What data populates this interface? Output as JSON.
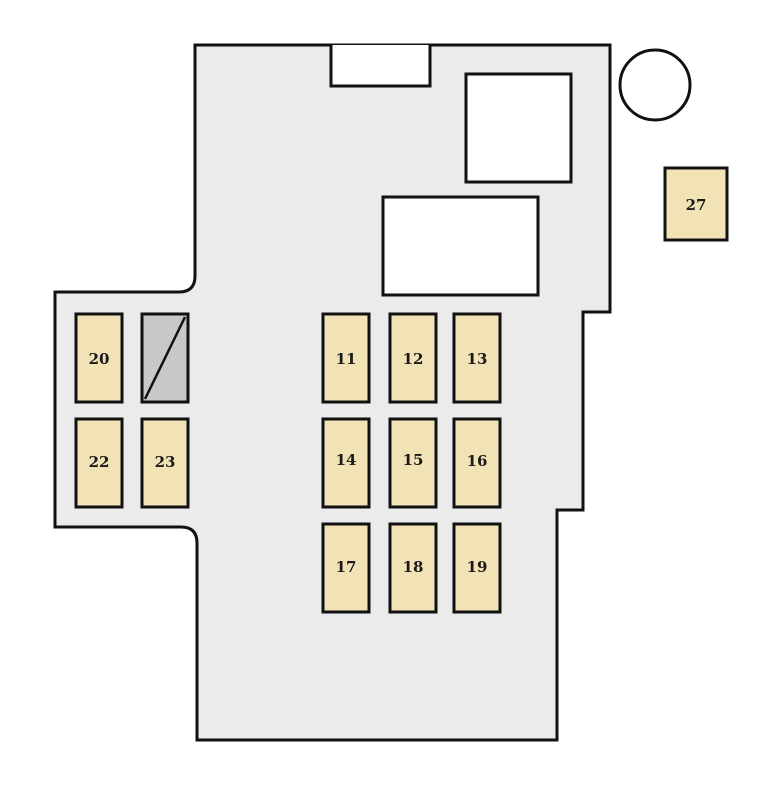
{
  "diagram": {
    "colors": {
      "panel_fill": "#ebebeb",
      "outline": "#111111",
      "fuse_fill": "#f2e3b6",
      "empty_slot_fill": "#c8c8c8",
      "block_fill": "#ffffff"
    },
    "fuses": [
      {
        "id": "fuse-11",
        "label": "11"
      },
      {
        "id": "fuse-12",
        "label": "12"
      },
      {
        "id": "fuse-13",
        "label": "13"
      },
      {
        "id": "fuse-14",
        "label": "14"
      },
      {
        "id": "fuse-15",
        "label": "15"
      },
      {
        "id": "fuse-16",
        "label": "16"
      },
      {
        "id": "fuse-17",
        "label": "17"
      },
      {
        "id": "fuse-18",
        "label": "18"
      },
      {
        "id": "fuse-19",
        "label": "19"
      },
      {
        "id": "fuse-20",
        "label": "20"
      },
      {
        "id": "fuse-22",
        "label": "22"
      },
      {
        "id": "fuse-23",
        "label": "23"
      },
      {
        "id": "fuse-27",
        "label": "27"
      }
    ],
    "empty_slot": {
      "state": "empty"
    }
  }
}
